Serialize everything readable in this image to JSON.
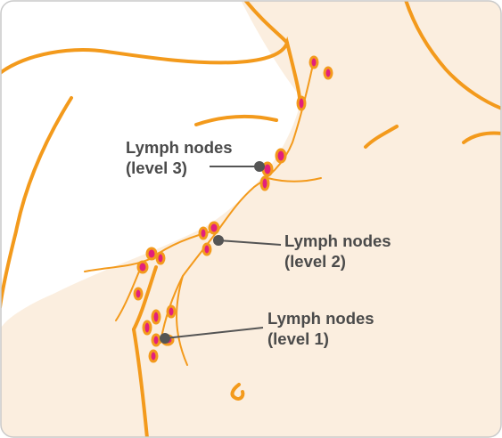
{
  "labels": {
    "level3": {
      "line1": "Lymph nodes",
      "line2": "(level 3)"
    },
    "level2": {
      "line1": "Lymph nodes",
      "line2": "(level 2)"
    },
    "level1": {
      "line1": "Lymph nodes",
      "line2": "(level 1)"
    }
  },
  "colors": {
    "skin": "#fbeedf",
    "outline": "#f39a1c",
    "lymph_vessel": "#f39a1c",
    "node_fill": "#e2207c",
    "pointer": "#555555",
    "label_text": "#4a4a4a",
    "frame_border": "#c9c9c9"
  }
}
